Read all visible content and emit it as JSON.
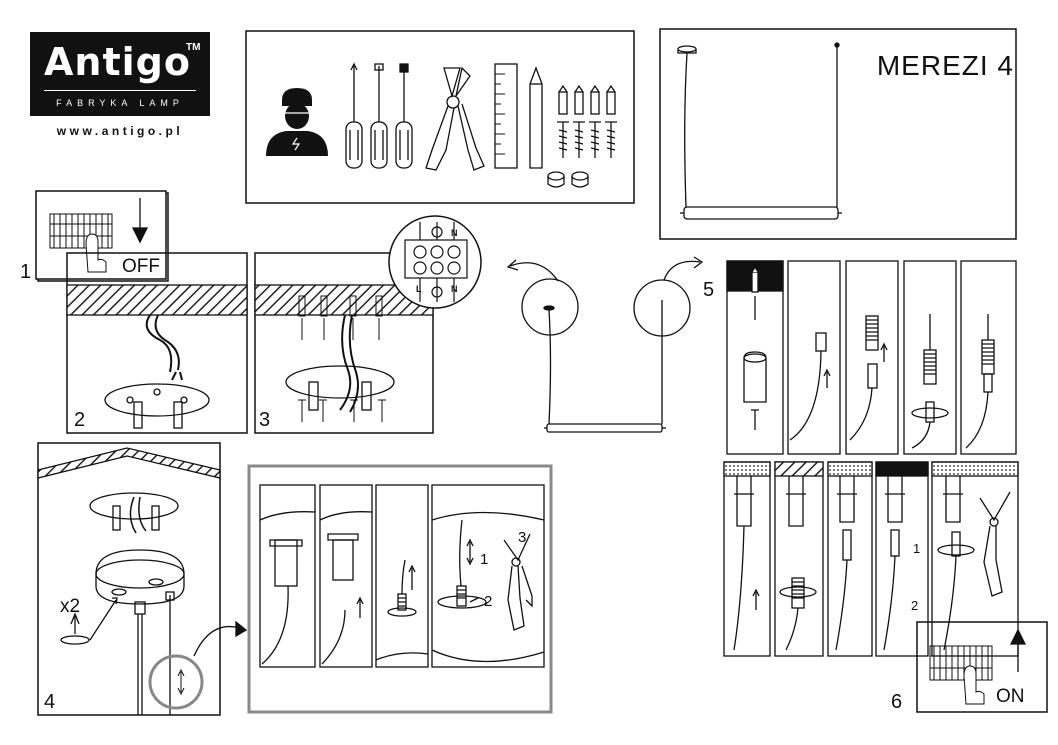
{
  "brand": {
    "name": "Antigo",
    "tm": "TM",
    "tagline": "FABRYKA LAMP",
    "url": "www.antigo.pl"
  },
  "product": {
    "model": "MEREZI 4"
  },
  "steps": {
    "s1": "1",
    "s2": "2",
    "s3": "3",
    "s4": "4",
    "s5": "5",
    "s6": "6"
  },
  "switches": {
    "off": "OFF",
    "on": "ON"
  },
  "terminal": {
    "l": "L",
    "n_top": "N",
    "n_bottom": "N"
  },
  "labels": {
    "x2": "x2",
    "sub1": "1",
    "sub2": "2",
    "sub3": "3",
    "r1": "1",
    "r2": "2"
  },
  "icons": [
    "electrician-icon",
    "screwdriver-icon",
    "pliers-icon",
    "ruler-icon",
    "pencil-icon",
    "wall-plug-icon",
    "screw-icon",
    "washer-icon",
    "power-switch-icon",
    "arrow-icon"
  ]
}
